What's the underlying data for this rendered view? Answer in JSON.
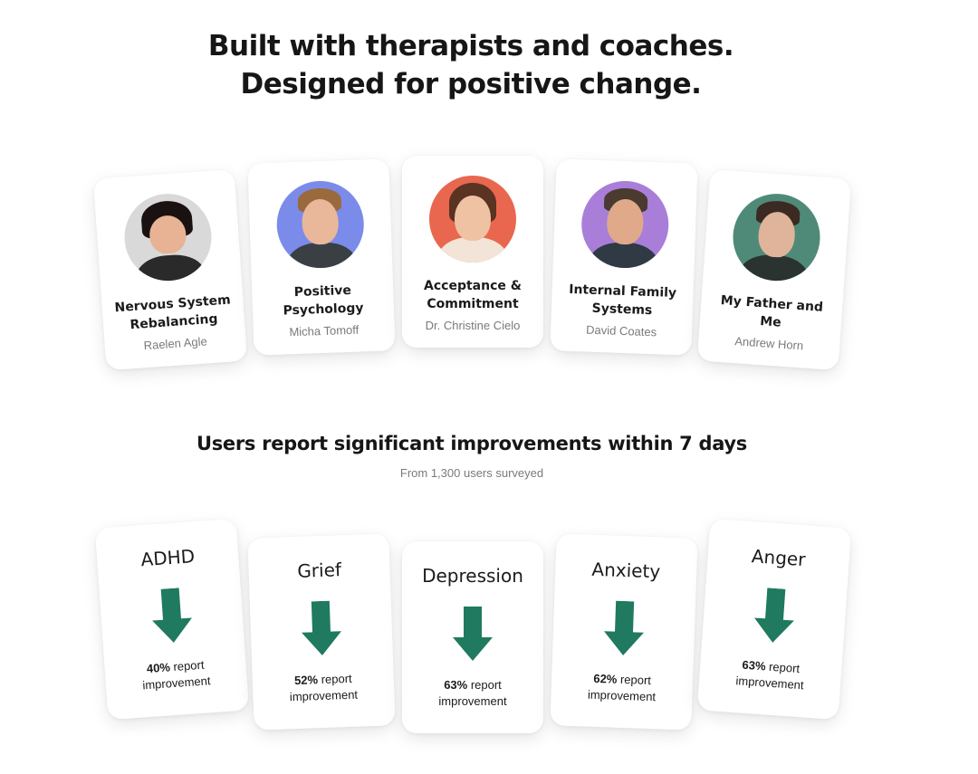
{
  "headline": {
    "line1": "Built with therapists and coaches.",
    "line2": "Designed for positive change."
  },
  "therapists": [
    {
      "title": "Nervous System Rebalancing",
      "name": "Raelen Agle",
      "avatar_bg": "#d9d9d9",
      "skin": "#e7b394",
      "hair": "#1a1210",
      "shirt": "#2a2a2a"
    },
    {
      "title": "Positive Psychology",
      "name": "Micha Tomoff",
      "avatar_bg": "#7b8bea",
      "skin": "#e9b89a",
      "hair": "#9a6a3c",
      "shirt": "#3a3f44"
    },
    {
      "title": "Acceptance & Commitment",
      "name": "Dr. Christine Cielo",
      "avatar_bg": "#e8674e",
      "skin": "#f0c2a4",
      "hair": "#5a3322",
      "shirt": "#f3e4d8"
    },
    {
      "title": "Internal Family Systems",
      "name": "David Coates",
      "avatar_bg": "#a97ed8",
      "skin": "#e0a98a",
      "hair": "#4a3a30",
      "shirt": "#2f3a44"
    },
    {
      "title": "My Father and Me",
      "name": "Andrew Horn",
      "avatar_bg": "#4f8a78",
      "skin": "#dfb49a",
      "hair": "#3a2a22",
      "shirt": "#2a3330"
    }
  ],
  "results": {
    "title": "Users report significant improvements within 7 days",
    "note": "From 1,300 users surveyed"
  },
  "stats": [
    {
      "label": "ADHD",
      "percent": "40%",
      "suffix": " report",
      "line2": "improvement"
    },
    {
      "label": "Grief",
      "percent": "52%",
      "suffix": " report",
      "line2": "improvement"
    },
    {
      "label": "Depression",
      "percent": "63%",
      "suffix": " report",
      "line2": "improvement"
    },
    {
      "label": "Anxiety",
      "percent": "62%",
      "suffix": " report",
      "line2": "improvement"
    },
    {
      "label": "Anger",
      "percent": "63%",
      "suffix": " report",
      "line2": "improvement"
    }
  ],
  "colors": {
    "arrow": "#1f7a5f"
  }
}
